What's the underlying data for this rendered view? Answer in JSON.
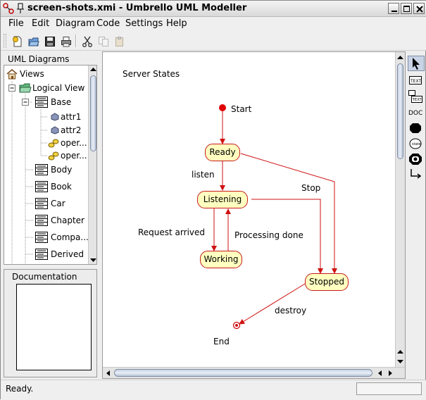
{
  "window": {
    "title": "screen-shots.xmi - Umbrello UML Modeller"
  },
  "menu": {
    "items": [
      {
        "label": "File"
      },
      {
        "label": "Edit"
      },
      {
        "label": "Diagram"
      },
      {
        "label": "Code"
      },
      {
        "label": "Settings"
      },
      {
        "label": "Help"
      }
    ]
  },
  "toolbar": {
    "buttons": [
      {
        "icon": "new-document-icon"
      },
      {
        "icon": "open-folder-icon"
      },
      {
        "icon": "save-disk-icon"
      },
      {
        "icon": "print-icon"
      },
      {
        "icon": "cut-scissors-icon"
      },
      {
        "icon": "copy-icon"
      },
      {
        "icon": "paste-icon"
      }
    ]
  },
  "tree_panel": {
    "title": "UML Diagrams",
    "items": [
      {
        "label": "Views",
        "icon": "home-icon"
      },
      {
        "label": "Logical View",
        "icon": "folder-icon"
      },
      {
        "label": "Base",
        "icon": "class-icon"
      },
      {
        "label": "attr1",
        "icon": "attribute-icon"
      },
      {
        "label": "attr2",
        "icon": "attribute-icon"
      },
      {
        "label": "oper...",
        "icon": "operation-icon"
      },
      {
        "label": "oper...",
        "icon": "operation-icon"
      },
      {
        "label": "Body",
        "icon": "class-icon"
      },
      {
        "label": "Book",
        "icon": "class-icon"
      },
      {
        "label": "Car",
        "icon": "class-icon"
      },
      {
        "label": "Chapter",
        "icon": "class-icon"
      },
      {
        "label": "Compa...",
        "icon": "class-icon"
      },
      {
        "label": "Derived",
        "icon": "class-icon"
      }
    ]
  },
  "documentation_panel": {
    "title": "Documentation",
    "text": ""
  },
  "diagram": {
    "title": "Server States",
    "start_label": "Start",
    "end_label": "End",
    "states": [
      {
        "id": "ready",
        "label": "Ready"
      },
      {
        "id": "listening",
        "label": "Listening"
      },
      {
        "id": "working",
        "label": "Working"
      },
      {
        "id": "stopped",
        "label": "Stopped"
      }
    ],
    "transitions": [
      {
        "from": "start",
        "to": "ready",
        "label": ""
      },
      {
        "from": "ready",
        "to": "listening",
        "label": "listen"
      },
      {
        "from": "ready",
        "to": "stopped",
        "label": "Stop"
      },
      {
        "from": "listening",
        "to": "working",
        "label": "Request arrived"
      },
      {
        "from": "working",
        "to": "listening",
        "label": "Processing done"
      },
      {
        "from": "listening",
        "to": "stopped",
        "label": ""
      },
      {
        "from": "stopped",
        "to": "end",
        "label": "destroy"
      }
    ]
  },
  "palette": {
    "tools": [
      {
        "icon": "select-arrow-icon",
        "selected": true
      },
      {
        "icon": "text-icon"
      },
      {
        "icon": "note-icon"
      },
      {
        "icon": "docs-icon"
      },
      {
        "icon": "initial-state-icon"
      },
      {
        "icon": "state-icon"
      },
      {
        "icon": "end-state-icon"
      },
      {
        "icon": "transition-icon"
      }
    ]
  },
  "statusbar": {
    "text": "Ready."
  },
  "colors": {
    "line": "#d01010",
    "state_fill": "#ffffc0",
    "accent": "#7e8ea6"
  }
}
